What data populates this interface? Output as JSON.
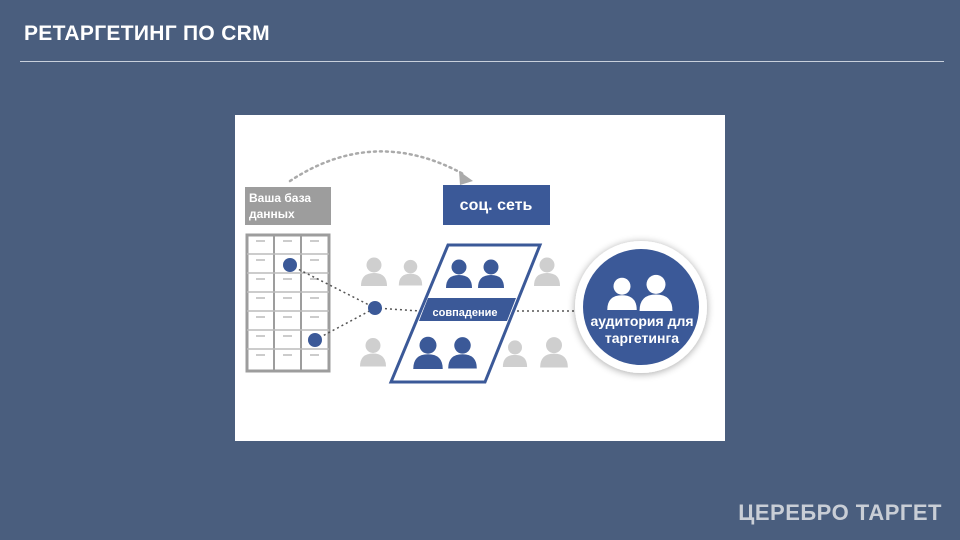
{
  "slide": {
    "title": "РЕТАРГЕТИНГ ПО CRM",
    "brand": "ЦЕРЕБРО ТАРГЕТ"
  },
  "diagram": {
    "database_label_line1": "Ваша база",
    "database_label_line2": "данных",
    "social_label": "соц. сеть",
    "match_label": "совпадение",
    "audience_label_line1": "аудитория для",
    "audience_label_line2": "таргетинга",
    "colors": {
      "accent_blue": "#3b5998",
      "grey": "#cfcfcf",
      "database_grey": "#9d9d9d",
      "slide_bg": "#4a5e7e"
    }
  }
}
